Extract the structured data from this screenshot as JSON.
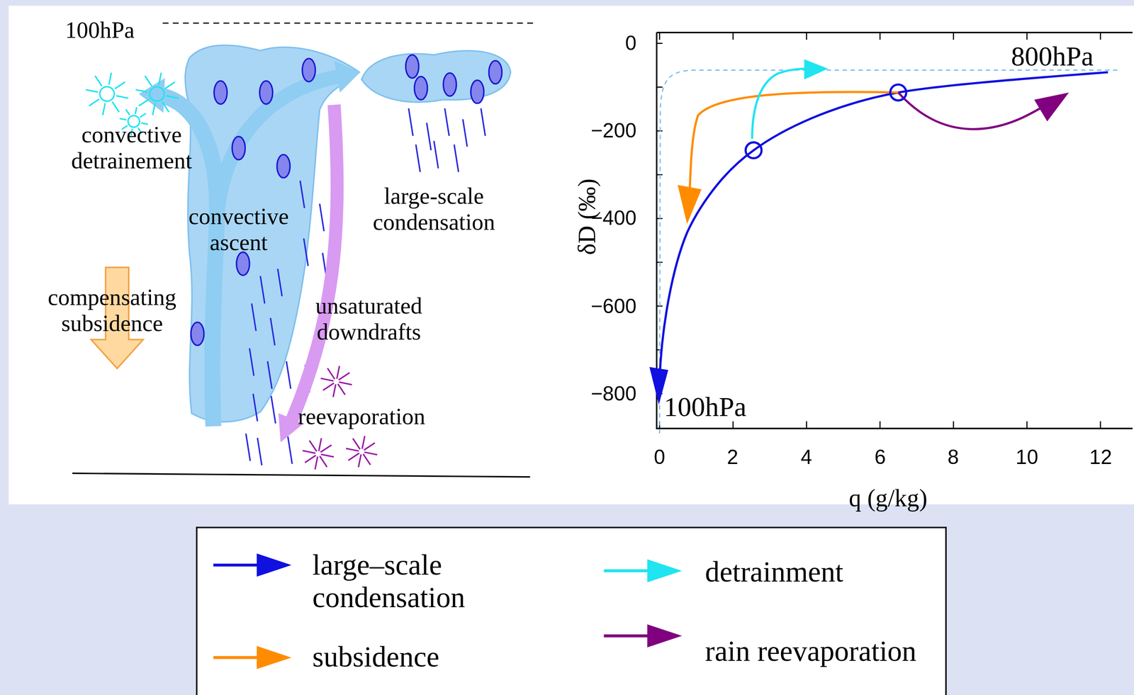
{
  "diagram": {
    "labels": [
      "100hPa",
      "convective detrainement",
      "convective ascent",
      "large-scale condensation",
      "compensating subsidence",
      "unsaturated downdrafts",
      "reevaporation",
      "0",
      "−200",
      "−400",
      "−600",
      "−800",
      "δD (‰)",
      "800hPa",
      "100hPa",
      "0",
      "2",
      "4",
      "6",
      "8",
      "10",
      "12",
      "q (g/kg)"
    ],
    "legend": [
      {
        "text": "large–scale condensation",
        "color": "#1010e0"
      },
      {
        "text": "subsidence",
        "color": "#ff8c00"
      },
      {
        "text": "detrainment",
        "color": "#20e4f0"
      },
      {
        "text": "rain reevaporation",
        "color": "#800080"
      }
    ]
  }
}
